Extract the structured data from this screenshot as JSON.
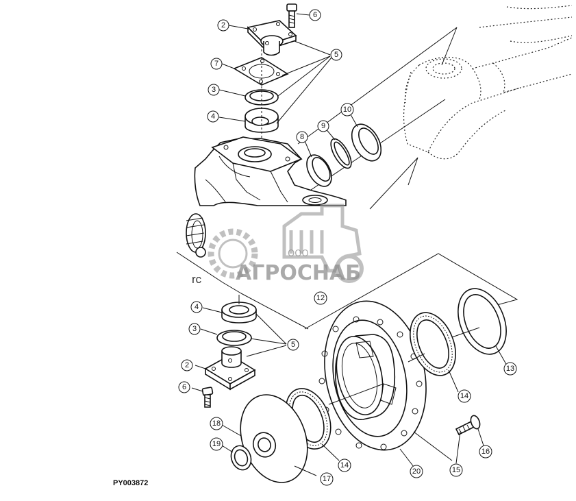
{
  "diagram": {
    "reference_code": "PY003872",
    "callouts": {
      "top_2": "2",
      "top_6": "6",
      "top_7": "7",
      "top_5": "5",
      "top_3": "3",
      "top_4": "4",
      "top_8": "8",
      "top_9": "9",
      "top_10": "10",
      "mid_12": "12",
      "bot_4": "4",
      "bot_3": "3",
      "bot_5": "5",
      "bot_2": "2",
      "bot_6": "6",
      "bot_13": "13",
      "bot_14a": "14",
      "bot_14b": "14",
      "bot_18": "18",
      "bot_19": "19",
      "bot_17": "17",
      "bot_20": "20",
      "bot_15": "15",
      "bot_16": "16"
    },
    "fragment_text": "rc",
    "watermark": {
      "brand": "АГРОСНАБ",
      "prefix": "ООО"
    }
  }
}
